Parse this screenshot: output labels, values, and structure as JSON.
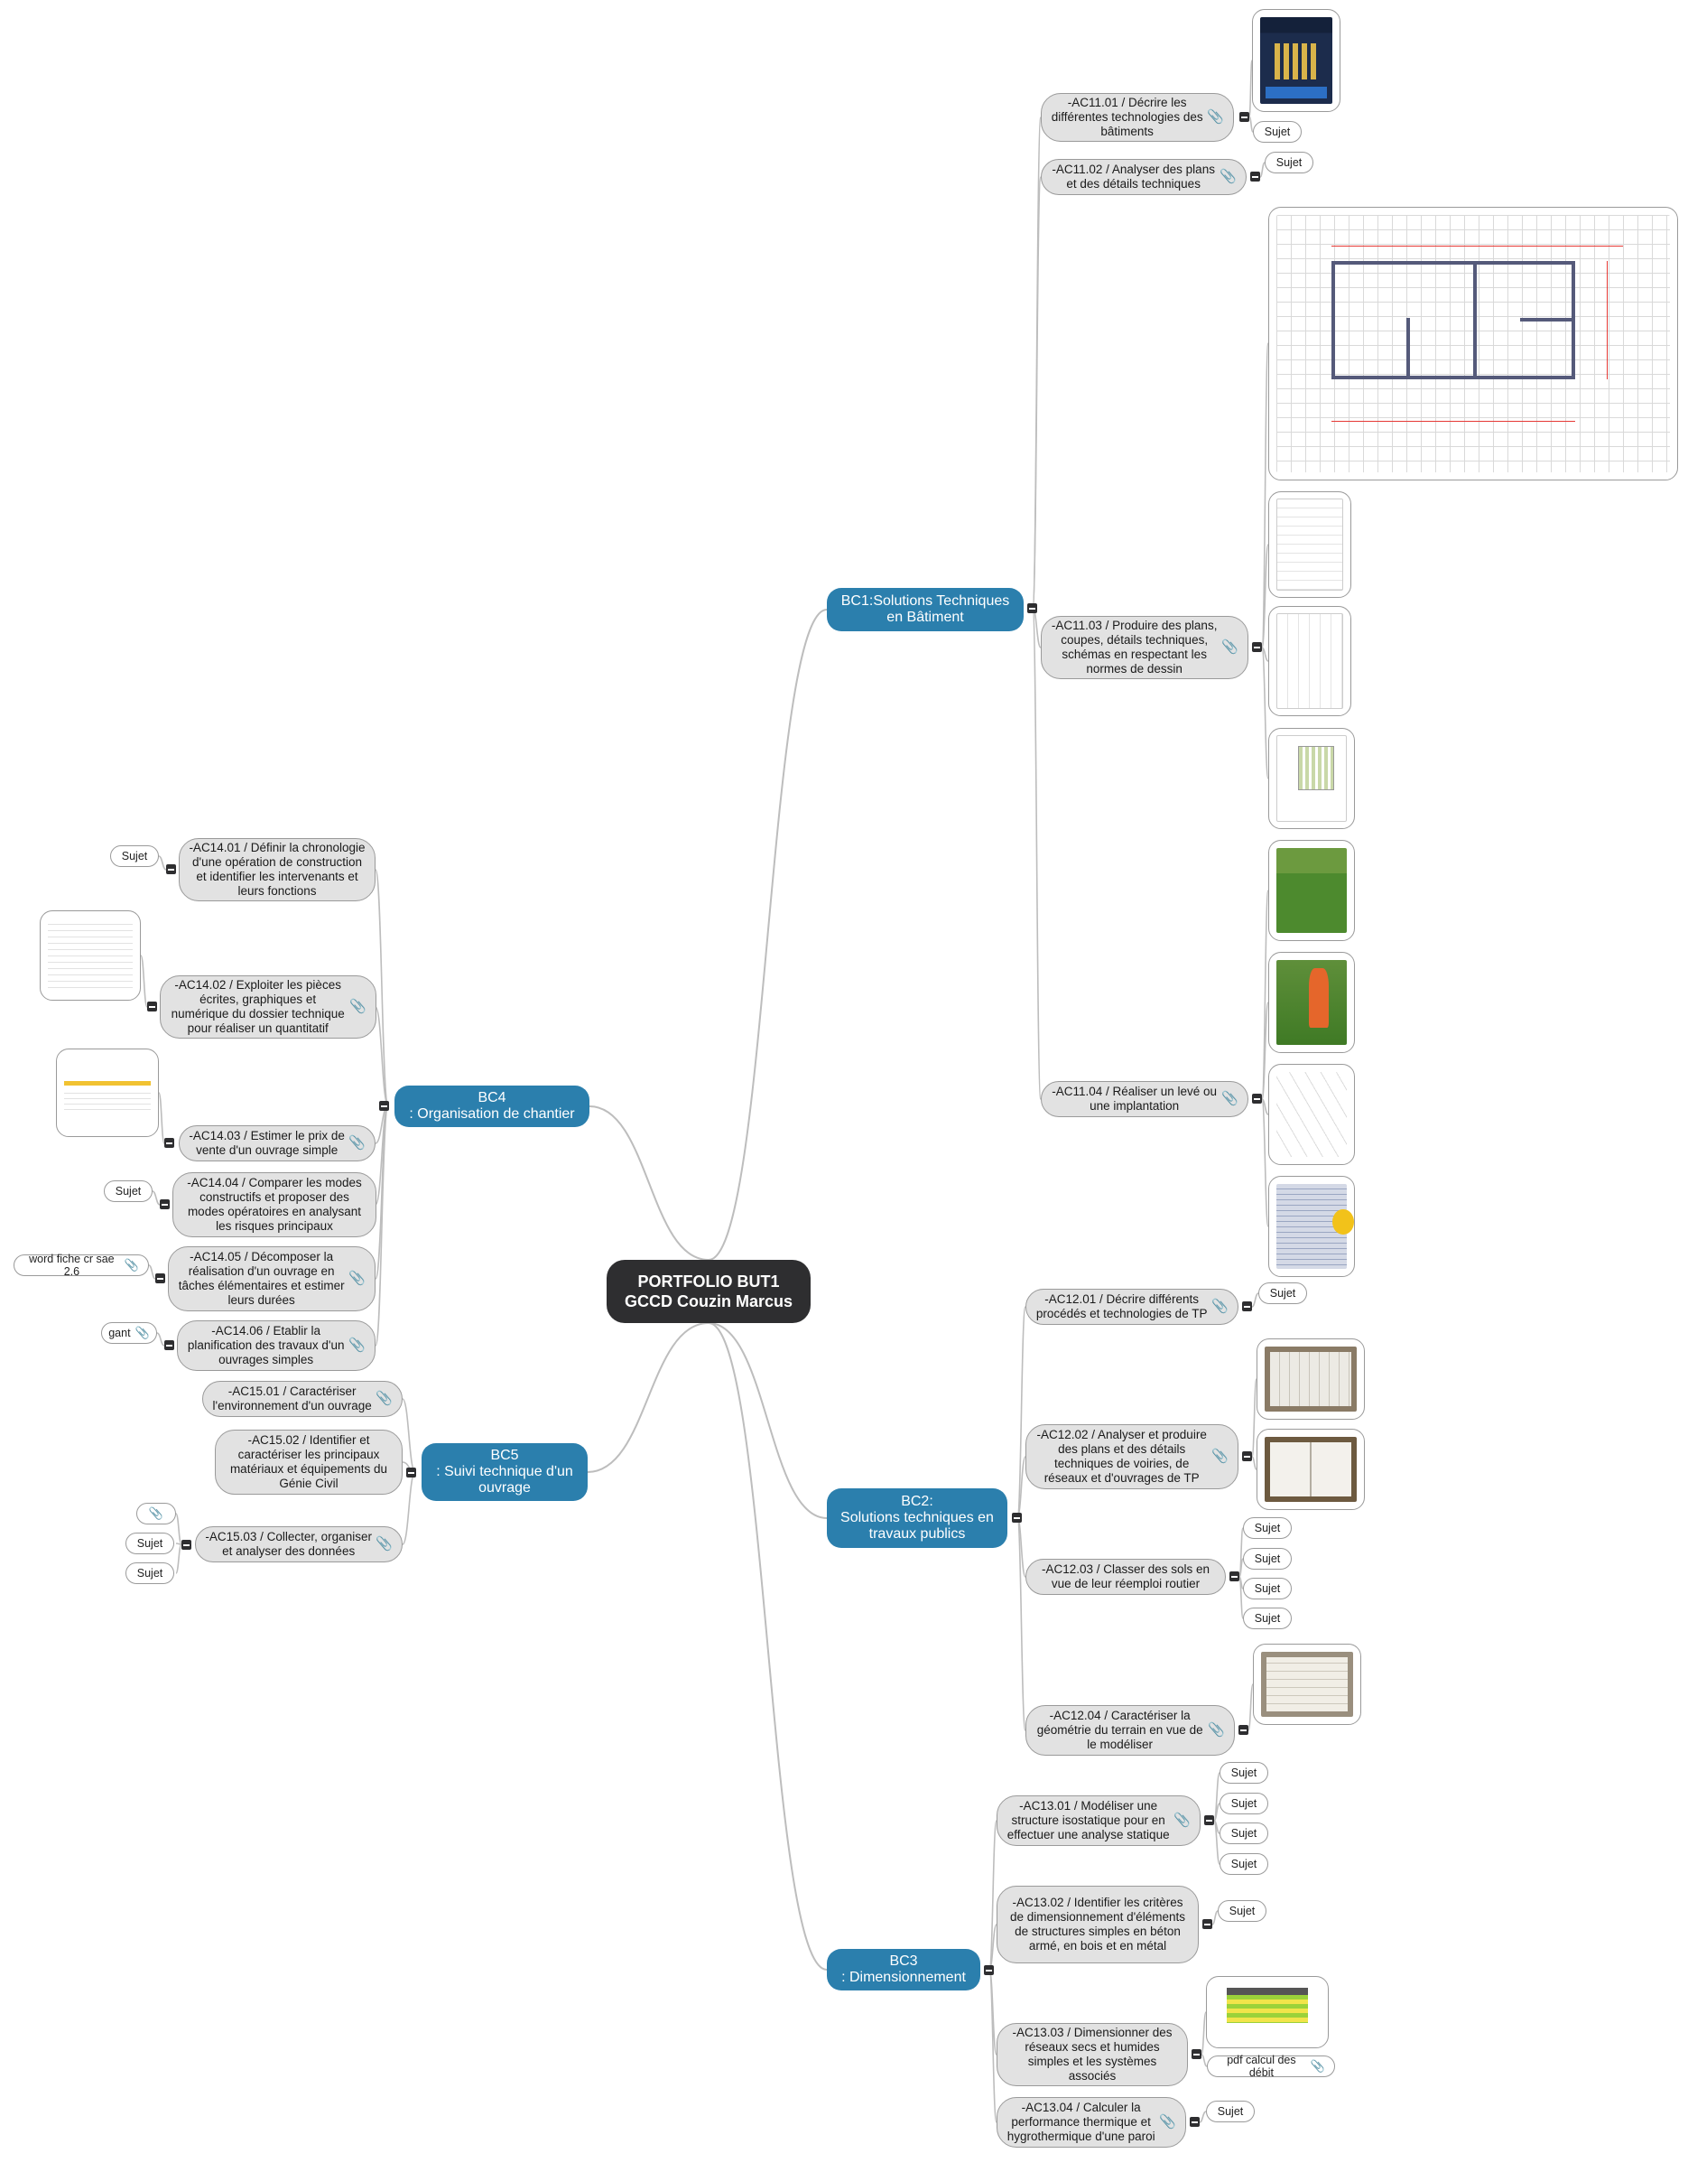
{
  "root": {
    "line1": "PORTFOLIO BUT1",
    "line2": "GCCD Couzin Marcus"
  },
  "branches": {
    "bc1": "BC1:Solutions Techniques en Bâtiment",
    "bc2_line1": "BC2:",
    "bc2_line2": "Solutions techniques en travaux publics",
    "bc3_line1": "BC3",
    "bc3_line2": ": Dimensionnement",
    "bc4_line1": "BC4",
    "bc4_line2": ": Organisation de chantier",
    "bc5_line1": "BC5",
    "bc5_line2": ": Suivi technique d'un ouvrage"
  },
  "ac": {
    "ac11_01": "-AC11.01 / Décrire les différentes technologies des bâtiments",
    "ac11_02": "-AC11.02 / Analyser des plans et des détails techniques",
    "ac11_03": "-AC11.03 / Produire des plans, coupes, détails techniques, schémas en respectant les normes de dessin",
    "ac11_04": "-AC11.04 / Réaliser un levé ou une implantation",
    "ac12_01": "-AC12.01 / Décrire différents procédés et technologies de TP",
    "ac12_02": "-AC12.02 / Analyser et produire des plans et des détails techniques de voiries, de réseaux et d'ouvrages de TP",
    "ac12_03": "-AC12.03 / Classer des sols en vue de leur réemploi routier",
    "ac12_04": "-AC12.04 / Caractériser la géométrie du terrain en vue de le modéliser",
    "ac13_01": "-AC13.01 / Modéliser une structure isostatique pour en effectuer une analyse statique",
    "ac13_02": "-AC13.02 / Identifier les critères de dimensionnement d'éléments de structures simples en béton armé, en bois et en métal",
    "ac13_03": "-AC13.03 / Dimensionner des réseaux secs et humides simples et les systèmes associés",
    "ac13_04": "-AC13.04 / Calculer la performance thermique et hygrothermique d'une paroi",
    "ac14_01": "-AC14.01 / Définir la chronologie d'une opération de construction et identifier les intervenants et leurs fonctions",
    "ac14_02": "-AC14.02 / Exploiter les pièces écrites, graphiques et numérique du dossier technique pour réaliser un quantitatif",
    "ac14_03": "-AC14.03 / Estimer le prix de vente d'un ouvrage simple",
    "ac14_04": "-AC14.04 / Comparer les modes constructifs et proposer des modes opératoires en analysant les risques principaux",
    "ac14_05": "-AC14.05 / Décomposer la réalisation d'un ouvrage en tâches élémentaires et estimer leurs durées",
    "ac14_06": "-AC14.06 / Etablir la planification des travaux d'un ouvrages simples",
    "ac15_01": "-AC15.01 / Caractériser l'environnement d'un ouvrage",
    "ac15_02": "-AC15.02 / Identifier et caractériser les principaux matériaux et équipements du Génie Civil",
    "ac15_03": "-AC15.03 / Collecter, organiser et analyser des données"
  },
  "chips": {
    "sujet": "Sujet",
    "word_fiche": "word fiche cr sae 2.6",
    "gant": "gant",
    "pdf_calcul": "pdf calcul des débit"
  },
  "icons": {
    "attachment": "paperclip-icon",
    "toggle": "collapse-toggle-icon"
  },
  "colors": {
    "root": "#2e2e30",
    "branch": "#2b7fad",
    "node": "#e2e2e2",
    "edge": "#bdbdbd"
  }
}
